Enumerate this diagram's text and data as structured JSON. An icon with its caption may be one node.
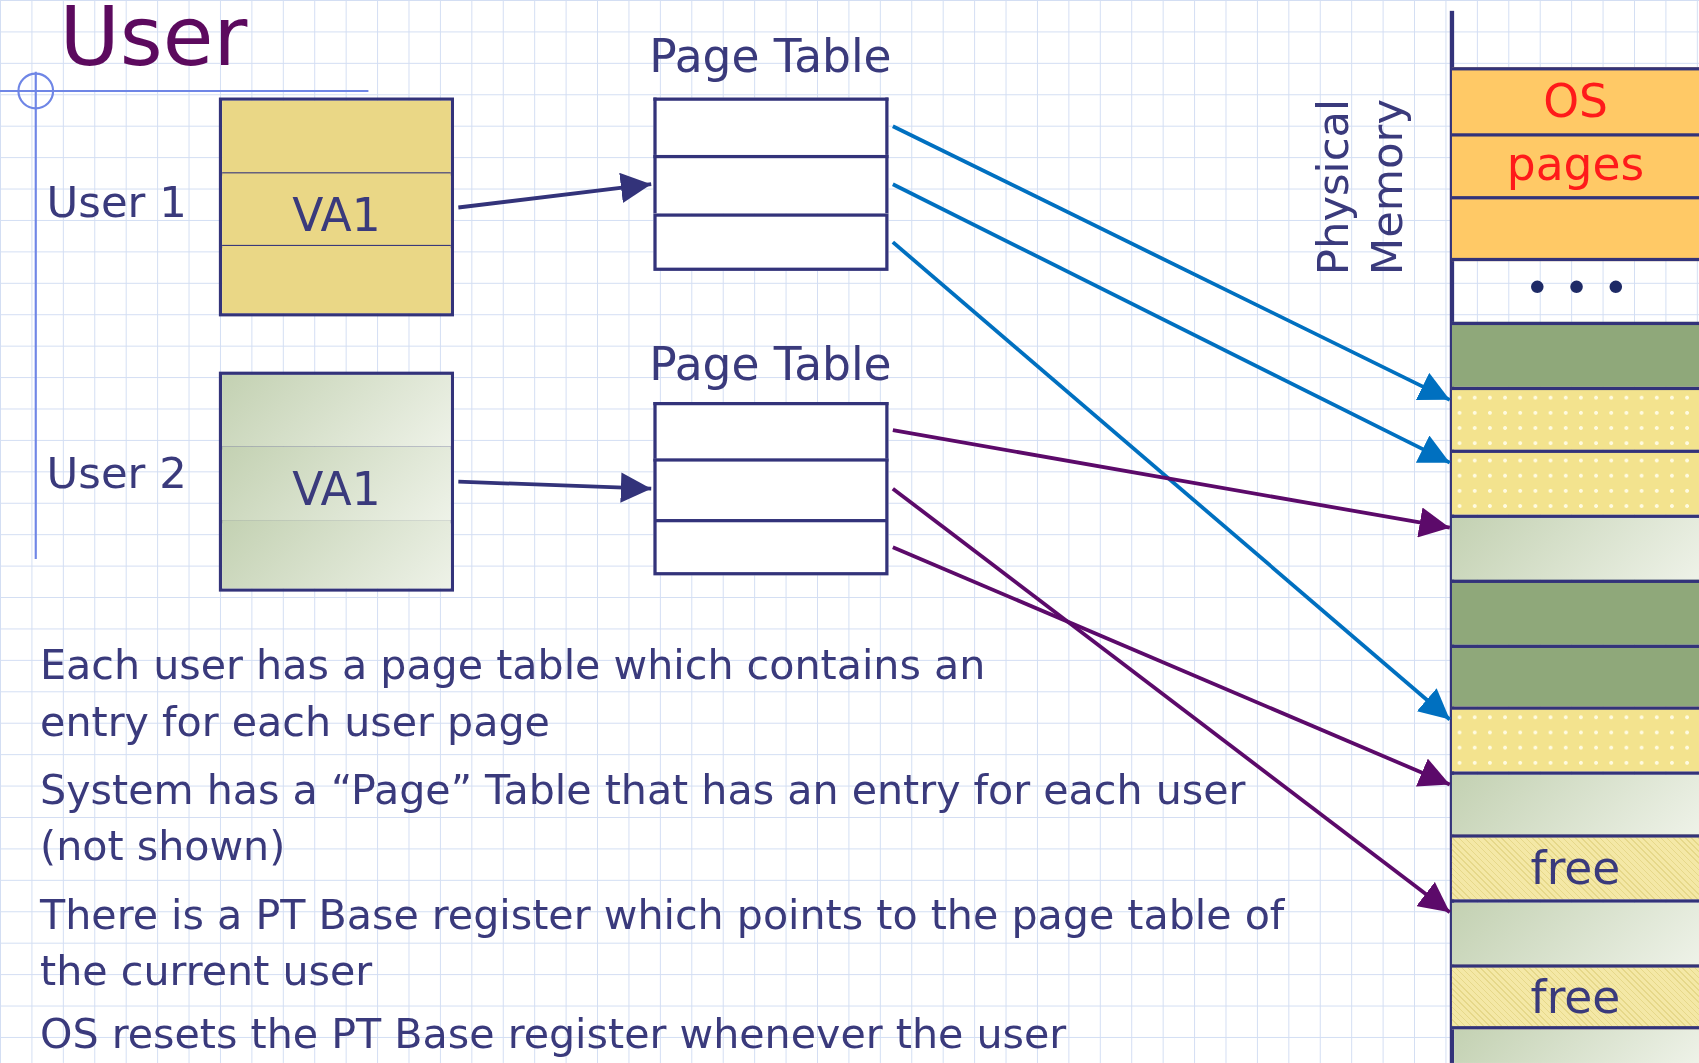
{
  "diagram": {
    "title": "User",
    "nodes": [
      {
        "text": [],
        "shape": "box",
        "beside": [
          "User 1"
        ]
      },
      {
        "text": [],
        "shape": "box",
        "in": 0
      },
      {
        "text": [
          "VA1"
        ],
        "in": 0
      },
      {
        "text": [],
        "shape": "box",
        "in": 0
      },
      {
        "text": [
          "Page Table"
        ]
      },
      {
        "text": [],
        "shape": "box",
        "in": 4
      },
      {
        "text": [],
        "shape": "box",
        "in": 4
      },
      {
        "text": [],
        "shape": "box",
        "in": 4
      },
      {
        "text": [
          "Physical Memory"
        ]
      },
      {
        "text": [
          "OS pages"
        ],
        "in": 8
      },
      {
        "text": [],
        "shape": "box",
        "in": 8
      },
      {
        "text": [],
        "shape": "box",
        "in": 8
      },
      {
        "text": [],
        "shape": "box",
        "in": 8
      },
      {
        "text": [],
        "shape": "box",
        "in": 8
      },
      {
        "text": [],
        "shape": "box",
        "in": 8
      },
      {
        "text": [],
        "shape": "box",
        "in": 8
      },
      {
        "text": [],
        "shape": "box",
        "in": 8
      },
      {
        "text": [],
        "shape": "box",
        "in": 8
      },
      {
        "text": [
          "free"
        ],
        "in": 8
      },
      {
        "text": [],
        "shape": "box",
        "in": 8
      },
      {
        "text": [
          "free"
        ],
        "in": 8
      },
      {
        "text": [],
        "shape": "box",
        "beside": [
          "User 2"
        ]
      },
      {
        "text": [],
        "shape": "box",
        "in": 21
      },
      {
        "text": [
          "VA1"
        ],
        "in": 21
      },
      {
        "text": [],
        "shape": "box",
        "in": 21
      },
      {
        "text": [
          "Page Table"
        ]
      },
      {
        "text": [],
        "shape": "box",
        "in": 25
      },
      {
        "text": [],
        "shape": "box",
        "in": 25
      },
      {
        "text": [],
        "shape": "box",
        "in": 25
      }
    ],
    "edges": [
      {
        "from": 2,
        "to": 6,
        "arrow": "to",
        "color": "#33337a"
      },
      {
        "from": 23,
        "to": 27,
        "arrow": "to",
        "color": "#33337a"
      },
      {
        "from": 5,
        "to": 11,
        "arrow": "to",
        "color": "#0070c0"
      },
      {
        "from": 6,
        "to": 12,
        "arrow": "to",
        "color": "#0070c0"
      },
      {
        "from": 7,
        "to": 16,
        "arrow": "to",
        "color": "#0070c0"
      },
      {
        "from": 26,
        "to": 13,
        "arrow": "to",
        "color": "#5c0a6a"
      },
      {
        "from": 27,
        "to": 19,
        "arrow": "to",
        "color": "#5c0a6a"
      },
      {
        "from": 28,
        "to": 17,
        "arrow": "to",
        "color": "#5c0a6a"
      }
    ],
    "labels": [
      "• • •",
      "Each user has a page table which contains an entry for each user page",
      "System has a “Page” Table that has an entry for each user (not shown)",
      "There is a PT Base register which points to the page table of the current user",
      "OS resets the PT Base register whenever the user"
    ]
  }
}
